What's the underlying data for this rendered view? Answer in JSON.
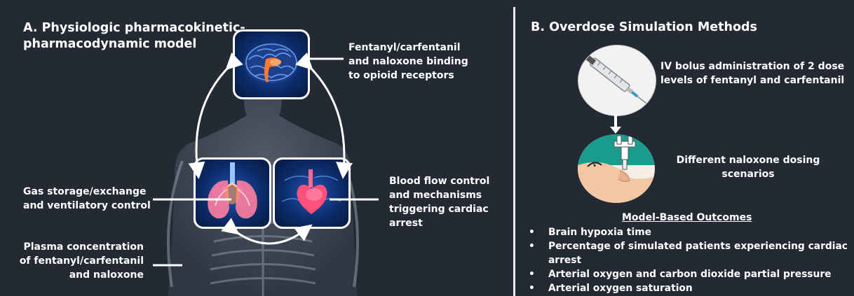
{
  "panel_a": {
    "title_line1": "A. Physiologic pharmacokinetic-",
    "title_line2": "pharmacodynamic model",
    "brain_label": [
      "Fentanyl/carfentanil",
      "and naloxone binding",
      "to opioid receptors"
    ],
    "gas_label": [
      "Gas storage/exchange",
      "and ventilatory control"
    ],
    "blood_label": [
      "Blood flow control",
      "and mechanisms",
      "triggering cardiac",
      "arrest"
    ],
    "plasma_label": [
      "Plasma concentration",
      "of fentanyl/carfentanil",
      "and naloxone"
    ],
    "icons": [
      "brain-icon",
      "lungs-icon",
      "heart-icon",
      "human-body-icon"
    ]
  },
  "panel_b": {
    "title": "B. Overdose Simulation Methods",
    "iv_label": [
      "IV bolus administration of 2 dose",
      "levels of fentanyl and carfentanil"
    ],
    "naloxone_label": [
      "Different naloxone dosing",
      "scenarios"
    ],
    "outcomes_title": "Model-Based Outcomes",
    "outcomes": [
      "Brain hypoxia time",
      "Percentage of simulated patients experiencing cardiac arrest",
      "Arterial oxygen and carbon dioxide partial pressure",
      "Arterial oxygen saturation"
    ],
    "icons": [
      "syringe-icon",
      "nasal-spray-icon"
    ]
  },
  "colors": {
    "background": "#242a34",
    "organ_box": "#0b2a66",
    "organ_glow": "#ff6a2a",
    "circle_fill": "#f2f2f2",
    "circle_teal": "#1a9c8c"
  }
}
